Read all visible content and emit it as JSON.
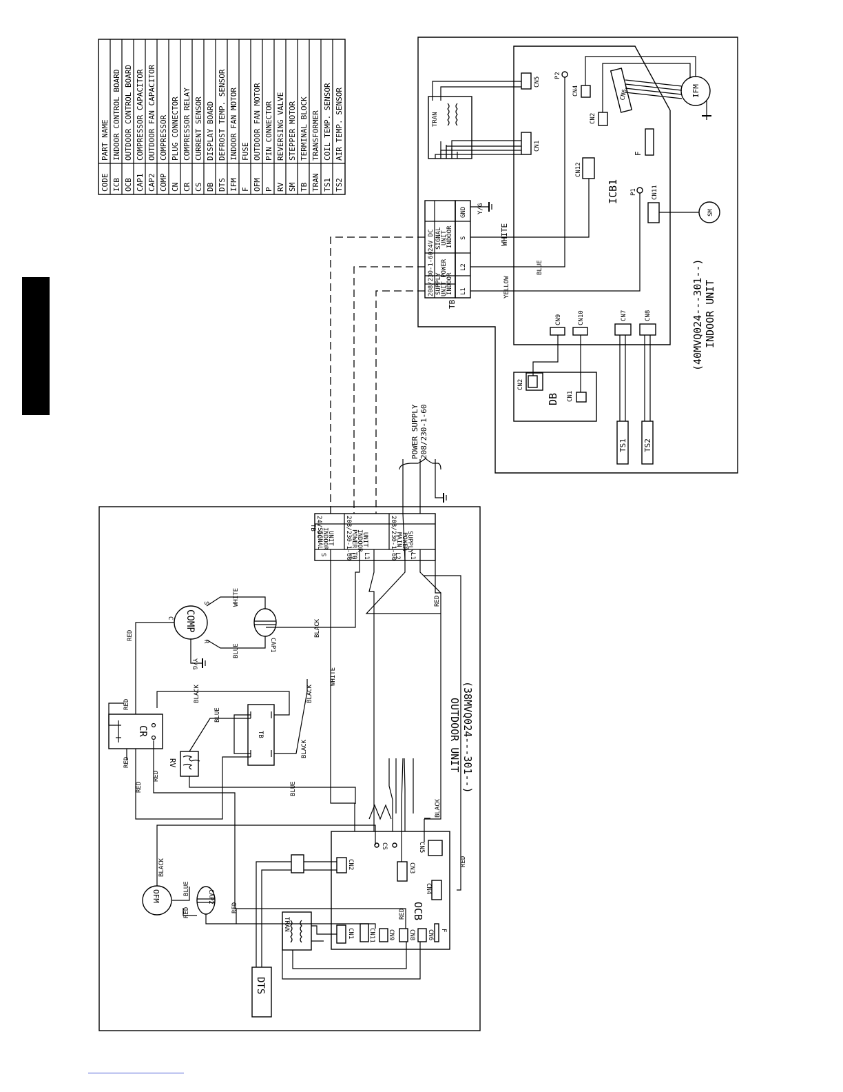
{
  "legend": {
    "header_code": "CODE",
    "header_name": "PART NAME",
    "rows": [
      {
        "code": "ICB",
        "name": "INDOOR CONTROL BOARD"
      },
      {
        "code": "OCB",
        "name": "OUTDOOR CONTROL BOARD"
      },
      {
        "code": "CAP1",
        "name": "COMPRESSOR CAPACITOR"
      },
      {
        "code": "CAP2",
        "name": "OUTDOOR FAN CAPACITOR"
      },
      {
        "code": "COMP",
        "name": "COMPRESSOR"
      },
      {
        "code": "CN",
        "name": "PLUG CONNECTOR"
      },
      {
        "code": "CR",
        "name": "COMPRESSOR RELAY"
      },
      {
        "code": "CS",
        "name": "CURRENT SENSOR"
      },
      {
        "code": "DB",
        "name": "DISPLAY BOARD"
      },
      {
        "code": "DTS",
        "name": "DEFROST TEMP. SENSOR"
      },
      {
        "code": "IFM",
        "name": "INDOOR FAN MOTOR"
      },
      {
        "code": "F",
        "name": "FUSE"
      },
      {
        "code": "OFM",
        "name": "OUTDOOR FAN MOTOR"
      },
      {
        "code": "P",
        "name": "PIN CONNECTOR"
      },
      {
        "code": "RV",
        "name": "REVERSING VALVE"
      },
      {
        "code": "SM",
        "name": "STEPPER MOTOR"
      },
      {
        "code": "TB",
        "name": "TERMINAL BLOCK"
      },
      {
        "code": "TRAN",
        "name": "TRANSFORMER"
      },
      {
        "code": "TS1",
        "name": "COIL TEMP. SENSOR"
      },
      {
        "code": "TS2",
        "name": "AIR TEMP. SENSOR"
      }
    ]
  },
  "indoor": {
    "title": "INDOOR UNIT",
    "model": "(40MVQ024---301--)",
    "board": "ICB1",
    "fuse": "F",
    "tran": "TRAN",
    "ifm": "IFM",
    "sm": "SM",
    "db": "DB",
    "ts1": "TS1",
    "ts2": "TS2",
    "cn": {
      "cn1": "CN1",
      "cn2": "CN2",
      "cn4": "CN4",
      "cn5": "CN5",
      "cn6": "CN6",
      "cn7": "CN7",
      "cn8": "CN8",
      "cn9": "CN9",
      "cn10": "CN10",
      "cn11": "CN11",
      "cn12": "CN12"
    },
    "pins": {
      "p1": "P1",
      "p2": "P2"
    },
    "tb": {
      "label": "TB",
      "voltage_power": "208/230-1-60",
      "voltage_signal": "24V DC",
      "sec_power_1": "SUPPLY",
      "sec_power_2": "UNIT POWER",
      "sec_power_3": "INDOOR",
      "sec_signal_1": "SIGNAL",
      "sec_signal_2": "UNIT",
      "sec_signal_3": "INDOOR",
      "t_l1": "L1",
      "t_l2": "L2",
      "t_s": "S",
      "t_gnd": "GND"
    },
    "yg": "Y/G",
    "wire_yellow": "YELLOW",
    "wire_blue": "BLUE",
    "wire_white": "WHITE"
  },
  "power_supply": {
    "line1": "POWER SUPPLY",
    "line2": "208/230-1-60"
  },
  "outdoor": {
    "title": "OUTDOOR UNIT",
    "model": "(38MVQ024---301--)",
    "board": "OCB",
    "fuse": "F",
    "tran": "TRAN",
    "comp": "COMP",
    "cap1": "CAP1",
    "cap2": "CAP2",
    "cr": "CR",
    "rv": "RV",
    "ofm": "OFM",
    "dts": "DTS",
    "cs": "CS",
    "tb_inner": "TB",
    "comp_c": "C",
    "comp_s": "S",
    "comp_r": "R",
    "yg": "Y/G",
    "cn": {
      "cn1": "CN1",
      "cn2": "CN2",
      "cn3": "CN3",
      "cn4": "CN4",
      "cn5": "CN5",
      "cn6": "CN6",
      "cn8": "CN8",
      "cn9": "CN9",
      "cn11": "CN11"
    },
    "tb": {
      "label": "TB",
      "voltage_power": "208/230-1-60",
      "voltage_signal": "24V DC",
      "sec_main_1": "MAIN",
      "sec_main_2": "POWER",
      "sec_main_3": "SUPPLY",
      "sec_pwr_1": "POWER TO",
      "sec_pwr_2": "INDOOR",
      "sec_pwr_3": "UNIT",
      "sec_sig_1": "SIGNAL",
      "sec_sig_2": "INDOOR",
      "sec_sig_3": "UNIT",
      "t_l1": "L1",
      "t_l2": "L2",
      "t_s": "S"
    },
    "wires": {
      "red": "RED",
      "black": "BLACK",
      "blue": "BLUE",
      "white": "WHITE"
    }
  }
}
